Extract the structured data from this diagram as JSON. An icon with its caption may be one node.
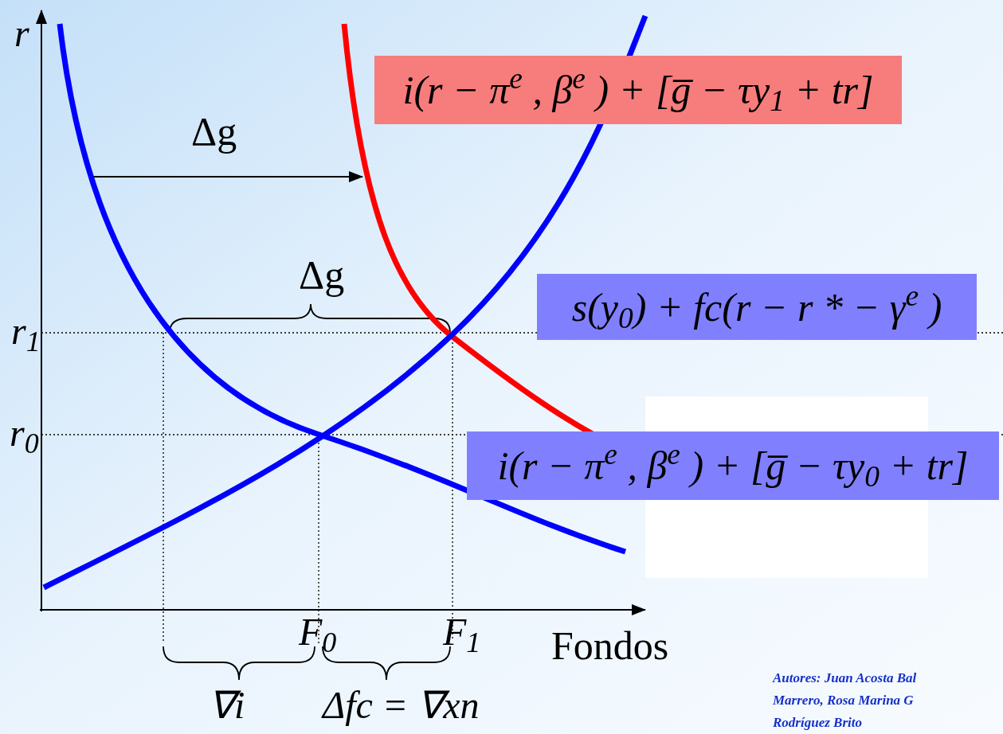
{
  "diagram": {
    "nodes": [
      {
        "text": [
          "i(r − π$^{e}$ , β$^{e}$ ) + [g̅ − τy$_{1}$ + tr]"
        ]
      },
      {
        "text": [
          "s(y$_{0}$) + fc(r − r * − γ$^{e}$ )"
        ]
      },
      {
        "text": [],
        "shape": "box"
      },
      {
        "text": [
          "i(r − π$^{e}$ , β$^{e}$ ) + [g̅ − τy$_{0}$ + tr]"
        ]
      }
    ],
    "labels": [
      "r",
      "Δg",
      "Δg",
      "r$_{1}$",
      "r$_{0}$",
      "F$_{0}$",
      "F$_{1}$",
      "Fondos",
      "∇i",
      "Δfc = ∇xn",
      "Autores: Juan Acosta Bal",
      "Marrero, Rosa Marina G",
      "Rodríguez Brito"
    ]
  }
}
